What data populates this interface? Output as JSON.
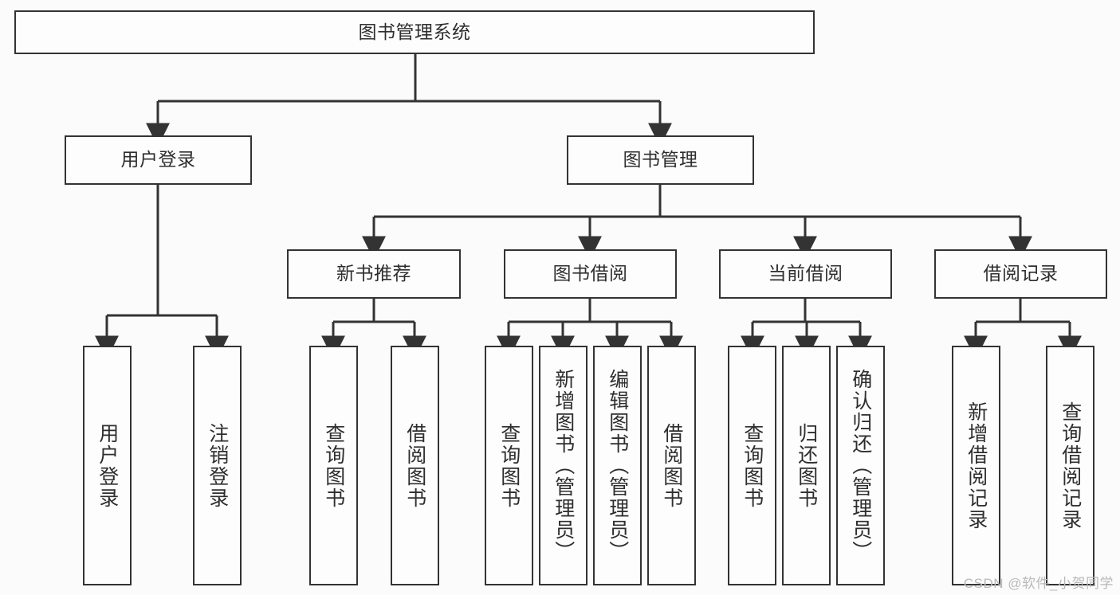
{
  "diagram": {
    "title": "图书管理系统",
    "type": "tree",
    "background_color": "#fbfbfb",
    "line_color": "#333333",
    "text_color": "#2e2e2e",
    "root": {
      "label": "图书管理系统",
      "orientation": "horizontal"
    },
    "level2": [
      {
        "label": "用户登录",
        "orientation": "horizontal"
      },
      {
        "label": "图书管理",
        "orientation": "horizontal"
      }
    ],
    "level3": [
      {
        "label": "新书推荐",
        "orientation": "horizontal"
      },
      {
        "label": "图书借阅",
        "orientation": "horizontal"
      },
      {
        "label": "当前借阅",
        "orientation": "horizontal"
      },
      {
        "label": "借阅记录",
        "orientation": "horizontal"
      }
    ],
    "leaves": {
      "user_login": [
        {
          "label": "用户登录",
          "orientation": "vertical"
        },
        {
          "label": "注销登录",
          "orientation": "vertical"
        }
      ],
      "new_book_recommend": [
        {
          "label": "查询图书",
          "orientation": "vertical"
        },
        {
          "label": "借阅图书",
          "orientation": "vertical"
        }
      ],
      "book_borrow": [
        {
          "label": "查询图书",
          "orientation": "vertical"
        },
        {
          "label": "新增图书（管理员）",
          "orientation": "vertical"
        },
        {
          "label": "编辑图书（管理员）",
          "orientation": "vertical"
        },
        {
          "label": "借阅图书",
          "orientation": "vertical"
        }
      ],
      "current_borrow": [
        {
          "label": "查询图书",
          "orientation": "vertical"
        },
        {
          "label": "归还图书",
          "orientation": "vertical"
        },
        {
          "label": "确认归还（管理员）",
          "orientation": "vertical"
        }
      ],
      "borrow_record": [
        {
          "label": "新增借阅记录",
          "orientation": "vertical"
        },
        {
          "label": "查询借阅记录",
          "orientation": "vertical"
        }
      ]
    }
  },
  "watermark": {
    "text": "CSDN @软件_小贺同学"
  }
}
